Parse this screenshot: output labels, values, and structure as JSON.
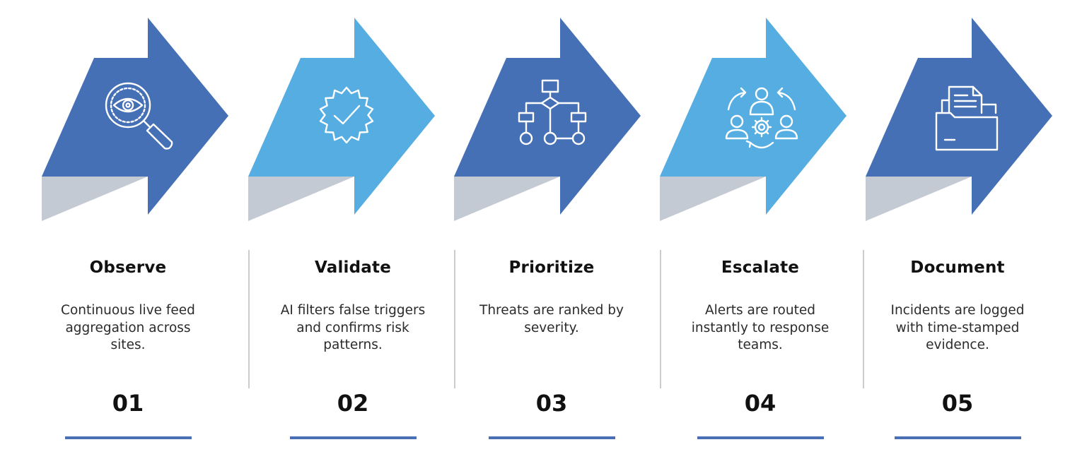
{
  "colors": {
    "dark_blue": "#4670b6",
    "light_blue": "#56ade1",
    "shadow_gray": "#c3cad4",
    "underline": "#4a6fb5"
  },
  "steps": [
    {
      "title": "Observe",
      "description": "Continuous live feed aggregation across sites.",
      "number": "01",
      "icon": "eye-magnifier-icon"
    },
    {
      "title": "Validate",
      "description": "AI filters false triggers and confirms risk patterns.",
      "number": "02",
      "icon": "verified-badge-check-icon"
    },
    {
      "title": "Prioritize",
      "description": "Threats are ranked by severity.",
      "number": "03",
      "icon": "flowchart-hierarchy-icon"
    },
    {
      "title": "Escalate",
      "description": "Alerts are routed instantly to response teams.",
      "number": "04",
      "icon": "team-escalation-icon"
    },
    {
      "title": "Document",
      "description": "Incidents are logged with time-stamped evidence.",
      "number": "05",
      "icon": "document-folder-icon"
    }
  ]
}
